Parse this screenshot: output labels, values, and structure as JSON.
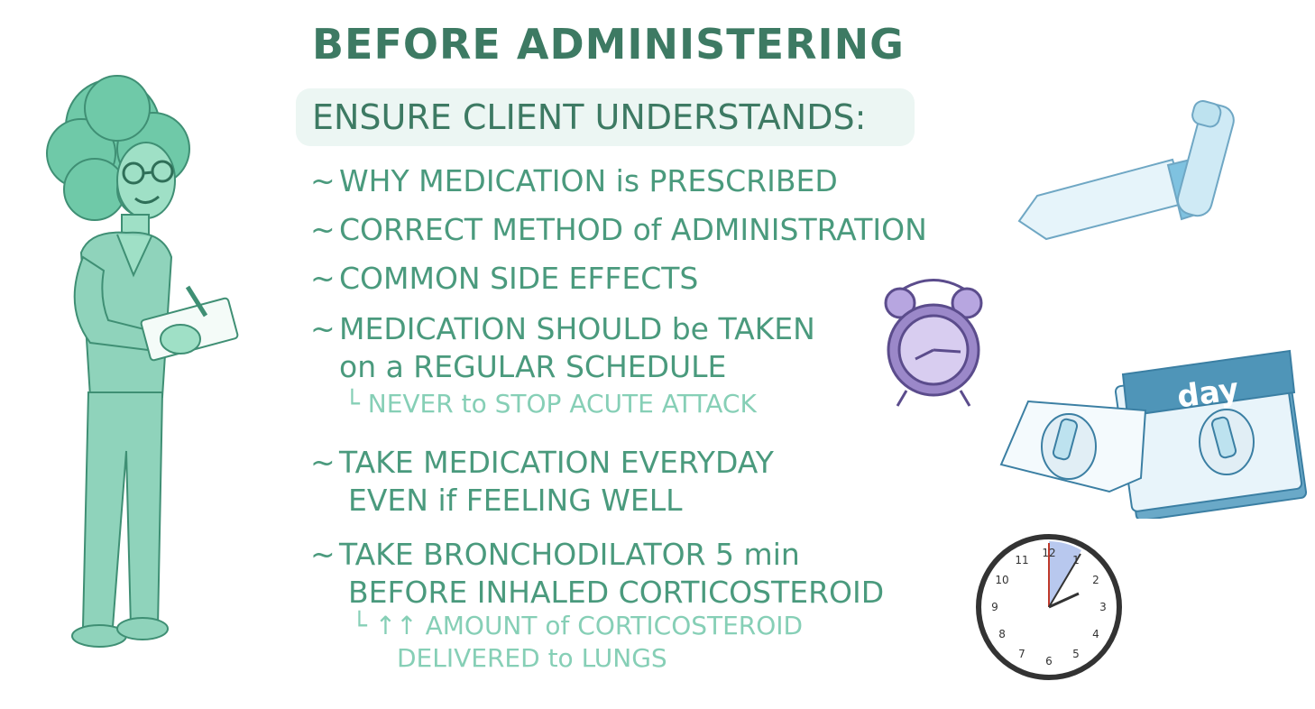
{
  "title": "BEFORE ADMINISTERING",
  "subtitle": "ENSURE CLIENT UNDERSTANDS:",
  "bullet_marker": "~",
  "sub_marker": "└",
  "bullets": [
    {
      "lines": [
        "WHY MEDICATION is PRESCRIBED"
      ]
    },
    {
      "lines": [
        "CORRECT METHOD of ADMINISTRATION"
      ]
    },
    {
      "lines": [
        "COMMON SIDE EFFECTS"
      ]
    },
    {
      "lines": [
        "MEDICATION SHOULD be TAKEN",
        "on a REGULAR SCHEDULE"
      ],
      "note": [
        "NEVER to STOP ACUTE ATTACK"
      ]
    },
    {
      "lines": [
        "TAKE MEDICATION EVERYDAY",
        "EVEN if FEELING WELL"
      ]
    },
    {
      "lines": [
        "TAKE BRONCHODILATOR 5 min",
        "BEFORE INHALED CORTICOSTEROID"
      ],
      "note": [
        "↑↑ AMOUNT of CORTICOSTEROID",
        "DELIVERED to LUNGS"
      ]
    }
  ],
  "calendar_label": "day",
  "clock_numbers": [
    "12",
    "1",
    "2",
    "3",
    "4",
    "5",
    "6",
    "7",
    "8",
    "9",
    "10",
    "11"
  ],
  "icons": {
    "nurse": "nurse-illustration",
    "inhaler": "inhaler-icon",
    "alarm": "alarm-clock-icon",
    "calendar": "calendar-icon",
    "clock": "clock-icon"
  },
  "colors": {
    "title": "#3d7a63",
    "bullet": "#4a9a7d",
    "note": "#86cfb6",
    "subtitle_bg": "#ecf6f3",
    "nurse": "#8fd3bb",
    "alarm": "#9b88c9",
    "calendar": "#4f95b8",
    "inhaler": "#bde2ef"
  }
}
